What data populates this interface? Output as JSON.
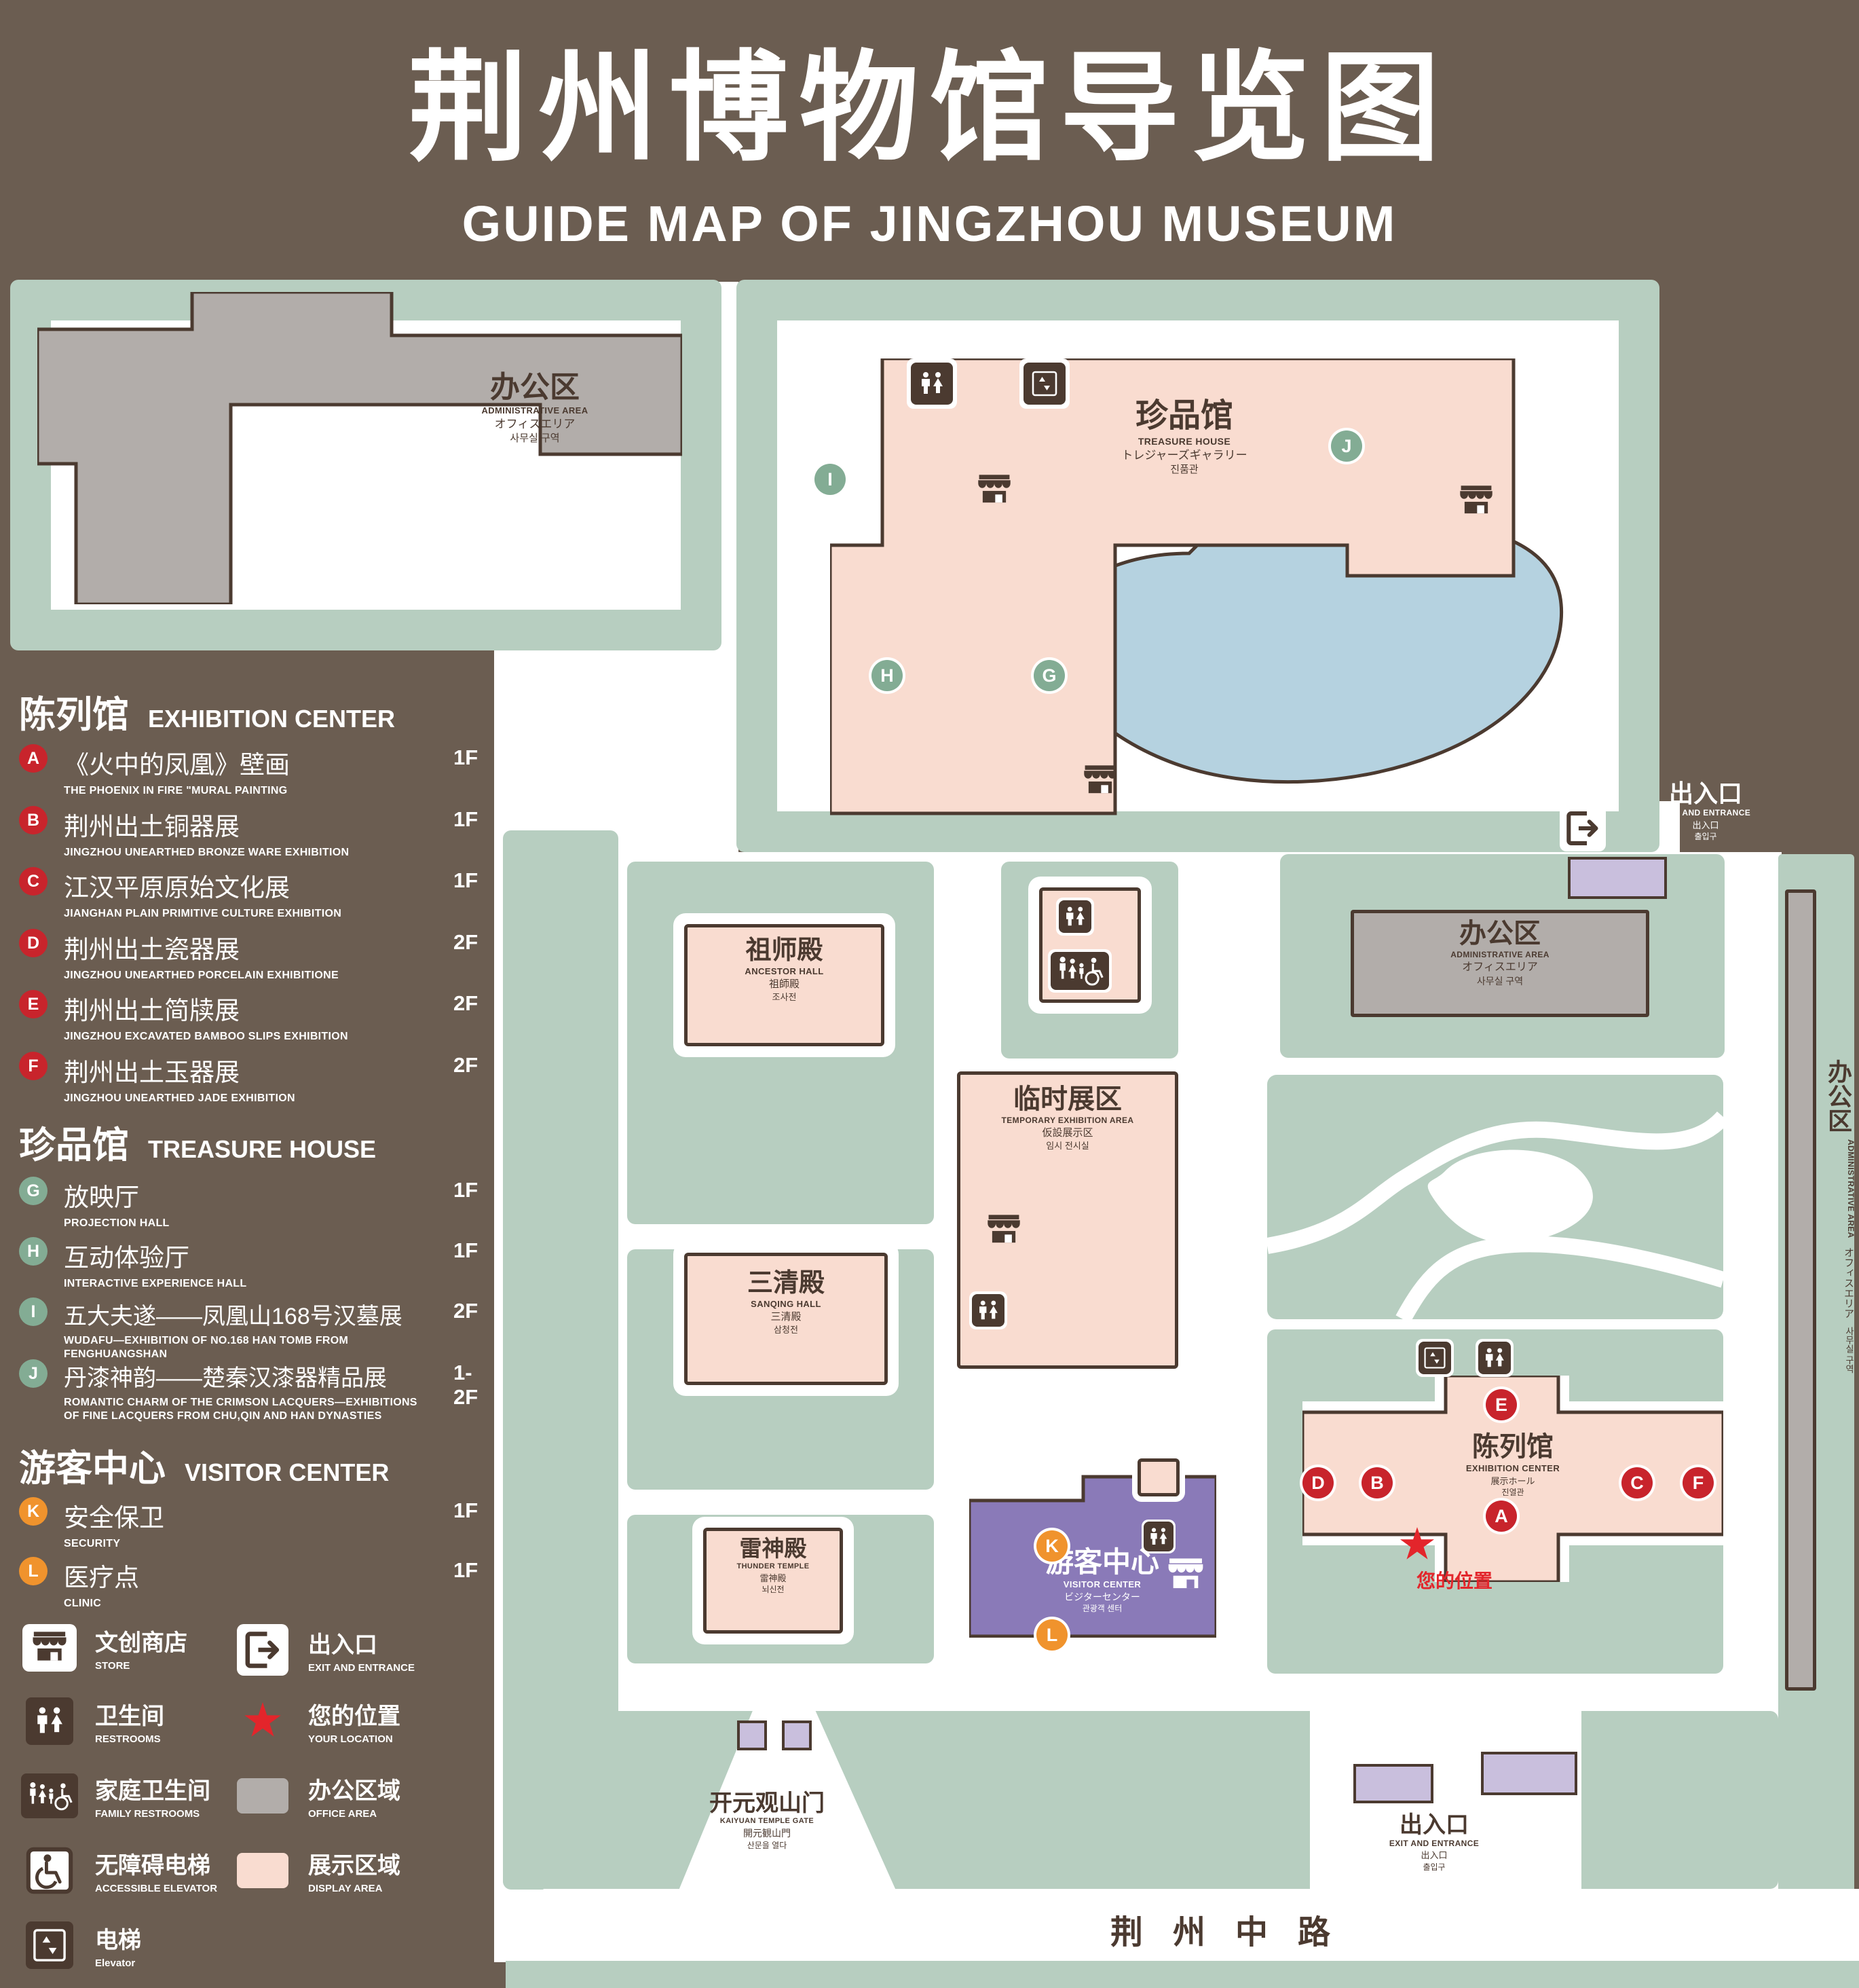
{
  "title": {
    "zh": "荆州博物馆导览图",
    "en": "GUIDE MAP OF JINGZHOU MUSEUM"
  },
  "colors": {
    "background": "#6b5d51",
    "lawn": "#b7cec0",
    "display_area": "#f9dcd0",
    "office_area": "#b2adaa",
    "water": "#b5d2e0",
    "visitor_center": "#8a7ab8",
    "lavender": "#c9bfdd",
    "marker_red": "#c8242c",
    "marker_green": "#83ac94",
    "marker_orange": "#f0932d",
    "accent_red": "#e3252b",
    "line": "#4b3a30"
  },
  "sidebar": {
    "sections": [
      {
        "zh": "陈列馆",
        "en": "EXHIBITION CENTER",
        "items": [
          {
            "letter": "A",
            "zh": "《火中的凤凰》壁画",
            "en": "THE PHOENIX IN FIRE \"MURAL PAINTING",
            "floor": "1F"
          },
          {
            "letter": "B",
            "zh": "荆州出土铜器展",
            "en": "JINGZHOU UNEARTHED BRONZE WARE EXHIBITION",
            "floor": "1F"
          },
          {
            "letter": "C",
            "zh": "江汉平原原始文化展",
            "en": "JIANGHAN PLAIN PRIMITIVE CULTURE EXHIBITION",
            "floor": "1F"
          },
          {
            "letter": "D",
            "zh": "荆州出土瓷器展",
            "en": "JINGZHOU UNEARTHED PORCELAIN EXHIBITIONE",
            "floor": "2F"
          },
          {
            "letter": "E",
            "zh": "荆州出土简牍展",
            "en": "JINGZHOU EXCAVATED BAMBOO SLIPS EXHIBITION",
            "floor": "2F"
          },
          {
            "letter": "F",
            "zh": "荆州出土玉器展",
            "en": "JINGZHOU UNEARTHED JADE EXHIBITION",
            "floor": "2F"
          }
        ]
      },
      {
        "zh": "珍品馆",
        "en": "TREASURE HOUSE",
        "items": [
          {
            "letter": "G",
            "zh": "放映厅",
            "en": "PROJECTION HALL",
            "floor": "1F"
          },
          {
            "letter": "H",
            "zh": "互动体验厅",
            "en": "INTERACTIVE EXPERIENCE HALL",
            "floor": "1F"
          },
          {
            "letter": "I",
            "zh": "五大夫遂——凤凰山168号汉墓展",
            "en": "WUDAFU—EXHIBITION OF NO.168 HAN TOMB FROM FENGHUANGSHAN",
            "floor": "2F"
          },
          {
            "letter": "J",
            "zh": "丹漆神韵——楚秦汉漆器精品展",
            "en": "ROMANTIC CHARM OF THE CRIMSON LACQUERS—EXHIBITIONS OF FINE LACQUERS FROM CHU,QIN AND HAN DYNASTIES",
            "floor": "1-2F"
          }
        ]
      },
      {
        "zh": "游客中心",
        "en": "VISITOR CENTER",
        "items": [
          {
            "letter": "K",
            "zh": "安全保卫",
            "en": "SECURITY",
            "floor": "1F"
          },
          {
            "letter": "L",
            "zh": "医疗点",
            "en": "CLINIC",
            "floor": "1F"
          }
        ]
      }
    ],
    "legend": [
      {
        "icon": "store-icon",
        "zh": "文创商店",
        "en": "STORE"
      },
      {
        "icon": "exit-icon",
        "zh": "出入口",
        "en": "EXIT AND ENTRANCE"
      },
      {
        "icon": "restroom-icon",
        "zh": "卫生间",
        "en": "RESTROOMS"
      },
      {
        "icon": "location-star-icon",
        "zh": "您的位置",
        "en": "YOUR LOCATION"
      },
      {
        "icon": "family-restroom-icon",
        "zh": "家庭卫生间",
        "en": "FAMILY RESTROOMS"
      },
      {
        "icon": "office-area-swatch",
        "zh": "办公区域",
        "en": "OFFICE AREA"
      },
      {
        "icon": "accessible-elevator-icon",
        "zh": "无障碍电梯",
        "en": "ACCESSIBLE ELEVATOR"
      },
      {
        "icon": "display-area-swatch",
        "zh": "展示区域",
        "en": "DISPLAY AREA"
      },
      {
        "icon": "elevator-icon",
        "zh": "电梯",
        "en": "Elevator"
      }
    ]
  },
  "map": {
    "letters": {
      "A": "A",
      "B": "B",
      "C": "C",
      "D": "D",
      "E": "E",
      "F": "F",
      "G": "G",
      "H": "H",
      "I": "I",
      "J": "J",
      "K": "K",
      "L": "L"
    },
    "admin": {
      "zh": "办公区",
      "en": "ADMINISTRATIVE AREA",
      "ja": "オフィスエリア",
      "ko": "사무실 구역"
    },
    "treasure": {
      "zh": "珍品馆",
      "en": "TREASURE HOUSE",
      "ja": "トレジャーズギャラリー",
      "ko": "진품관"
    },
    "ancestor": {
      "zh": "祖师殿",
      "en": "ANCESTOR HALL",
      "ja": "祖師殿",
      "ko": "조사전"
    },
    "temp": {
      "zh": "临时展区",
      "en": "TEMPORARY EXHIBITION AREA",
      "ja": "仮設展示区",
      "ko": "임시 전시실"
    },
    "sanqing": {
      "zh": "三清殿",
      "en": "SANQING HALL",
      "ja": "三清殿",
      "ko": "삼청전"
    },
    "thunder": {
      "zh": "雷神殿",
      "en": "THUNDER TEMPLE",
      "ja": "雷神殿",
      "ko": "뇌신전"
    },
    "exhibition": {
      "zh": "陈列馆",
      "en": "EXHIBITION CENTER",
      "ja": "展示ホール",
      "ko": "진열관"
    },
    "visitor": {
      "zh": "游客中心",
      "en": "VISITOR CENTER",
      "ja": "ビジターセンター",
      "ko": "관광객 센터"
    },
    "gate": {
      "zh": "开元观山门",
      "en": "KAIYUAN TEMPLE GATE",
      "ja": "開元観山門",
      "ko": "산문을 열다"
    },
    "exit": {
      "zh": "出入口",
      "en": "EXIT AND ENTRANCE",
      "ja": "出入口",
      "ko": "출입구"
    },
    "location": "您的位置",
    "road": "荆州中路"
  }
}
